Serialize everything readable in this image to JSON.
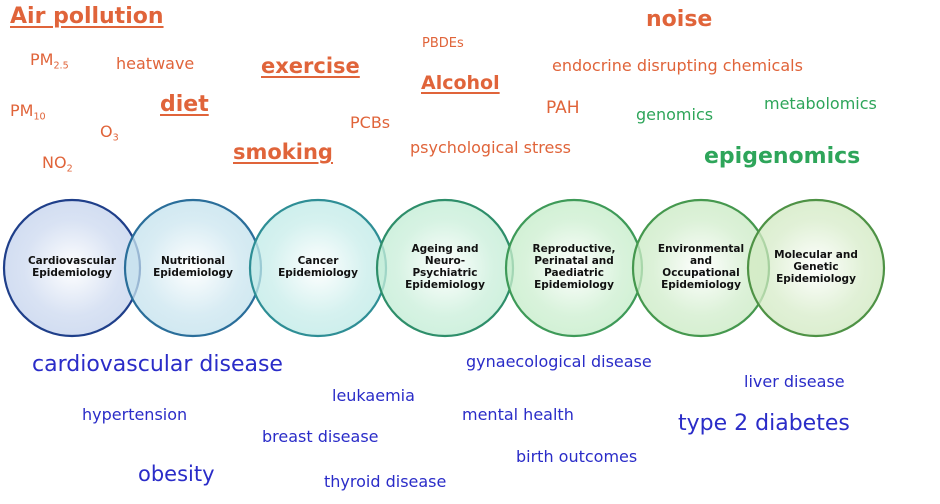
{
  "exposures": {
    "air_pollution": "Air pollution",
    "pm25_base": "PM",
    "pm25_sub": "2.5",
    "pm10_base": "PM",
    "pm10_sub": "10",
    "o3_base": "O",
    "o3_sub": "3",
    "no2_base": "NO",
    "no2_sub": "2",
    "heatwave": "heatwave",
    "diet": "diet",
    "exercise": "exercise",
    "smoking": "smoking",
    "pcbs": "PCBs",
    "pbdes": "PBDEs",
    "alcohol": "Alcohol",
    "psychological_stress": "psychological stress",
    "pah": "PAH",
    "noise": "noise",
    "edc": "endocrine disrupting chemicals"
  },
  "omics": {
    "genomics": "genomics",
    "metabolomics": "metabolomics",
    "epigenomics": "epigenomics"
  },
  "circles": [
    {
      "label": "Cardiovascular Epidemiology",
      "lines": [
        "Cardiovascular",
        "Epidemiology"
      ],
      "color": "#C7D5EE"
    },
    {
      "label": "Nutritional Epidemiology",
      "lines": [
        "Nutritional",
        "Epidemiology"
      ],
      "color": "#C6E3EE"
    },
    {
      "label": "Cancer Epidemiology",
      "lines": [
        "Cancer",
        "Epidemiology"
      ],
      "color": "#C2EBE8"
    },
    {
      "label": "Ageing and Neuro-Psychiatric Epidemiology",
      "lines": [
        "Ageing and",
        "Neuro-",
        "Psychiatric",
        "Epidemiology"
      ],
      "color": "#C4EDD6"
    },
    {
      "label": "Reproductive, Perinatal and Paediatric Epidemiology",
      "lines": [
        "Reproductive,",
        "Perinatal and",
        "Paediatric",
        "Epidemiology"
      ],
      "color": "#C7EDCB"
    },
    {
      "label": "Environmental and Occupational Epidemiology",
      "lines": [
        "Environmental",
        "and",
        "Occupational",
        "Epidemiology"
      ],
      "color": "#CCEBC6"
    },
    {
      "label": "Molecular and Genetic Epidemiology",
      "lines": [
        "Molecular and",
        "Genetic",
        "Epidemiology"
      ],
      "color": "#D3EAC4"
    }
  ],
  "outcomes": {
    "cardiovascular_disease": "cardiovascular disease",
    "hypertension": "hypertension",
    "obesity": "obesity",
    "leukaemia": "leukaemia",
    "breast_disease": "breast disease",
    "thyroid_disease": "thyroid disease",
    "gynaecological_disease": "gynaecological disease",
    "mental_health": "mental health",
    "birth_outcomes": "birth outcomes",
    "liver_disease": "liver disease",
    "type2_diabetes": "type 2 diabetes"
  }
}
